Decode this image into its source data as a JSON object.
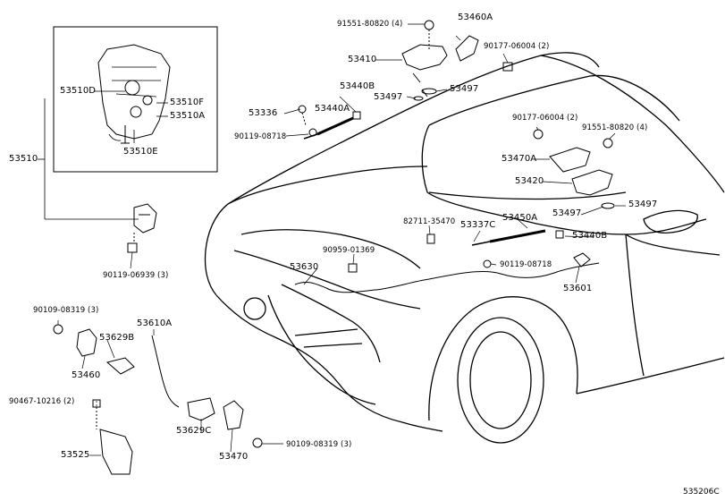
{
  "diagram_code": "535206C",
  "labels": {
    "l_91551_top": "91551-80820 (4)",
    "l_53460A": "53460A",
    "l_90177_top": "90177-06004 (2)",
    "l_53410": "53410",
    "l_53440B_top": "53440B",
    "l_53497_a": "53497",
    "l_53497_b": "53497",
    "l_53336": "53336",
    "l_53440A": "53440A",
    "l_90119_a": "90119-08718",
    "l_90177_mid": "90177-06004 (2)",
    "l_91551_mid": "91551-80820 (4)",
    "l_53470A": "53470A",
    "l_53420": "53420",
    "l_53497_c": "53497",
    "l_53497_d": "53497",
    "l_53510": "53510",
    "l_53510D": "53510D",
    "l_53510F": "53510F",
    "l_53510A": "53510A",
    "l_53510E": "53510E",
    "l_82711": "82711-35470",
    "l_53337C": "53337C",
    "l_53450A": "53450A",
    "l_53440B_right": "53440B",
    "l_90959": "90959-01369",
    "l_90119_b": "90119-08718",
    "l_53630": "53630",
    "l_53601": "53601",
    "l_90119_06939": "90119-06939 (3)",
    "l_90109_left": "90109-08319 (3)",
    "l_53610A": "53610A",
    "l_53629B": "53629B",
    "l_53460": "53460",
    "l_90467": "90467-10216 (2)",
    "l_53629C": "53629C",
    "l_90109_bottom": "90109-08319 (3)",
    "l_53525": "53525",
    "l_53470": "53470"
  }
}
